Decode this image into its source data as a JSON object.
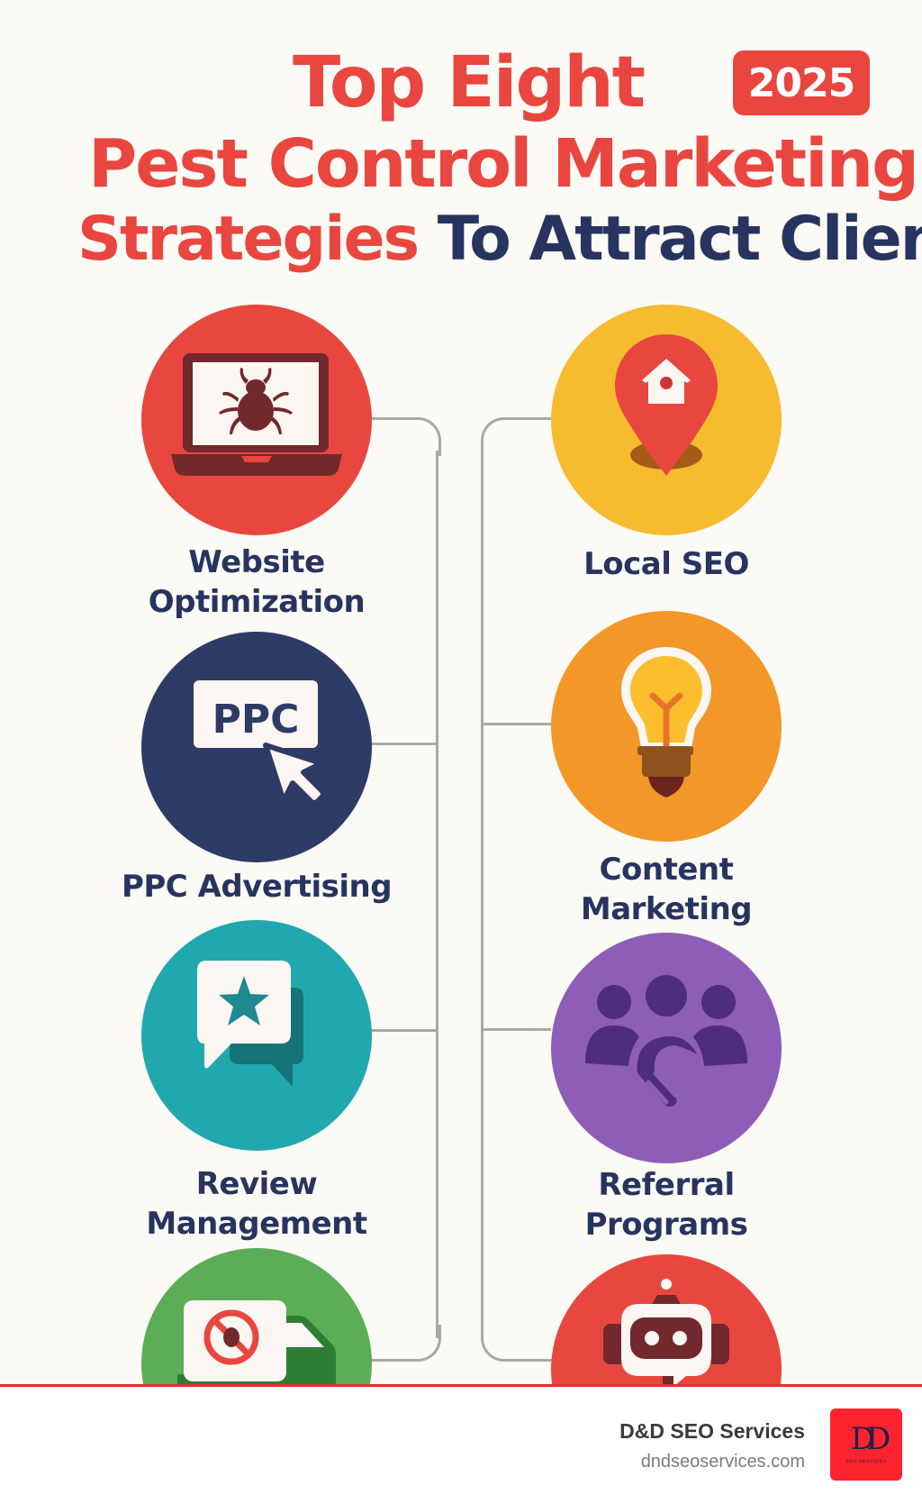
{
  "header": {
    "title_line1": "Top Eight",
    "title_line2": "Pest Control Marketing",
    "title_line3_highlight": "Strategies",
    "title_line3_rest": "To Attract Clients",
    "year_badge": "2025"
  },
  "colors": {
    "background": "#FCFAF5",
    "title_red": "#E8463F",
    "title_navy": "#27345F",
    "connector_gray": "#A8A8A8",
    "footer_rule": "#EE2A33",
    "logo_red": "#FF2330"
  },
  "strategies": {
    "left": [
      {
        "label_line1": "Website",
        "label_line2": "Optimization",
        "icon": "laptop-bug-icon",
        "color": "#E8473F"
      },
      {
        "label_line1": "PPC Advertising",
        "label_line2": "",
        "icon": "ppc-click-icon",
        "color": "#2E3B66",
        "icon_text": "PPC"
      },
      {
        "label_line1": "Review",
        "label_line2": "Management",
        "icon": "review-star-chat-icon",
        "color": "#21A8AE"
      },
      {
        "label_line1": "",
        "label_line2": "",
        "icon": "pest-truck-icon",
        "color": "#5BAE55"
      }
    ],
    "right": [
      {
        "label_line1": "Local SEO",
        "label_line2": "",
        "icon": "map-pin-house-icon",
        "color": "#F7BB2F"
      },
      {
        "label_line1": "Content",
        "label_line2": "Marketing",
        "icon": "lightbulb-icon",
        "color": "#F29728"
      },
      {
        "label_line1": "Referral",
        "label_line2": "Programs",
        "icon": "referral-people-handshake-icon",
        "color": "#8E5DB8"
      },
      {
        "label_line1": "",
        "label_line2": "",
        "icon": "chatbot-robot-icon",
        "color": "#E8473F"
      }
    ]
  },
  "footer": {
    "company_name": "D&D SEO Services",
    "website": "dndseoservices.com",
    "logo_mark": "DD",
    "logo_subtext": "SEO SERVICES"
  }
}
